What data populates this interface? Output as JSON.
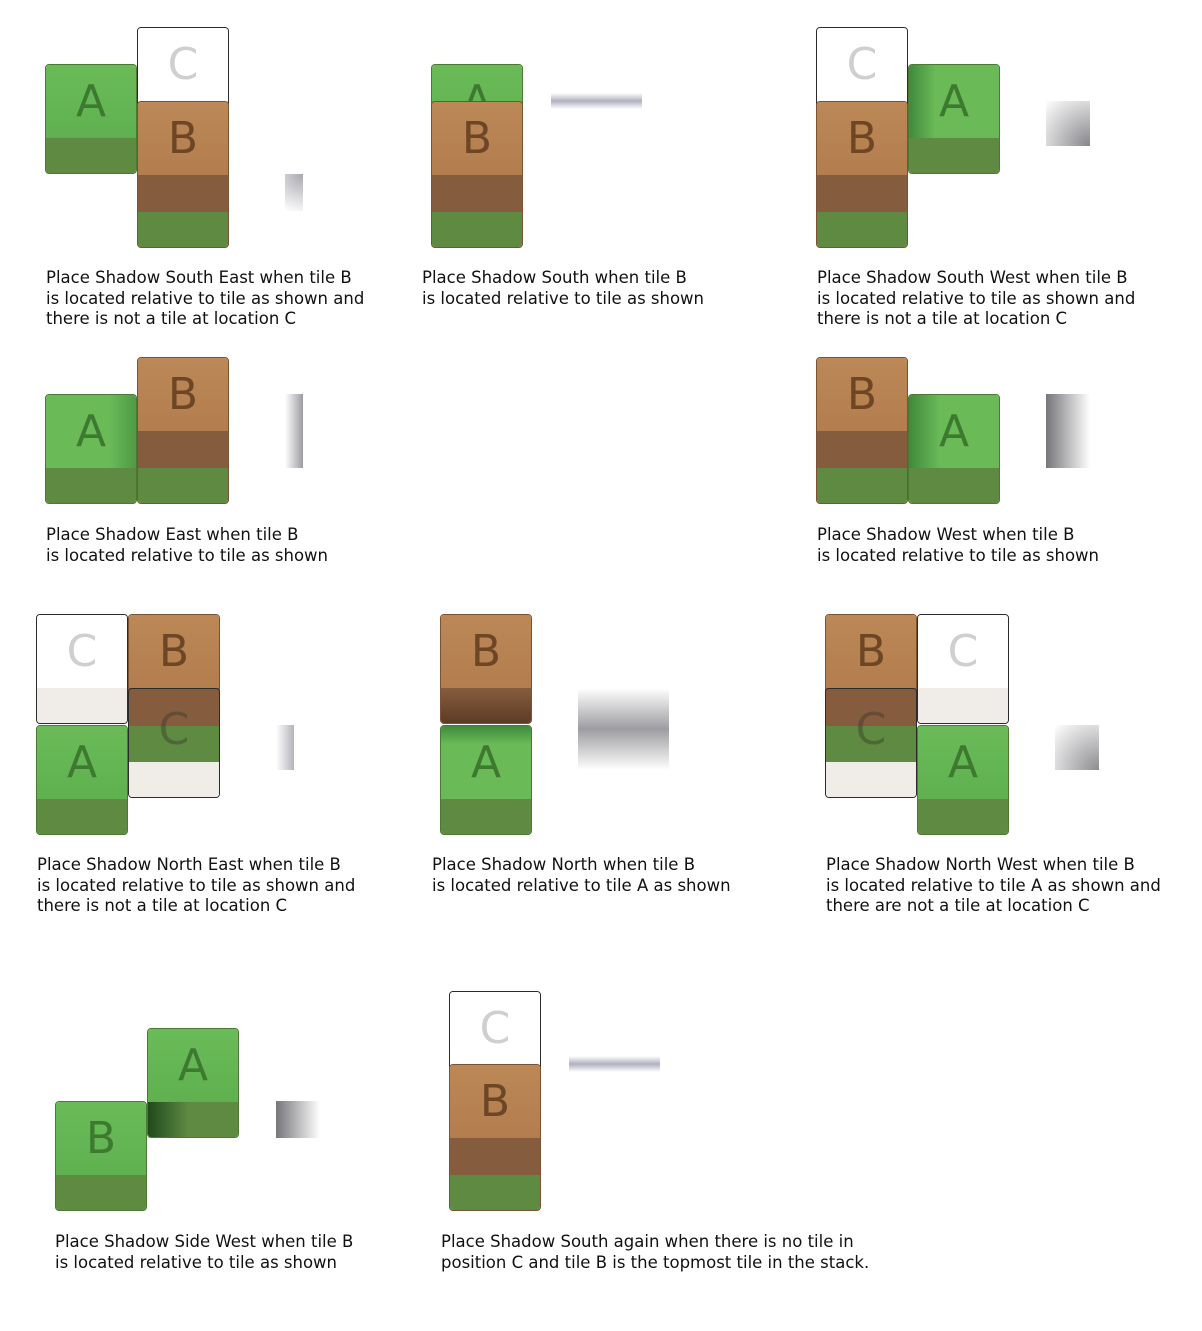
{
  "panels": [
    {
      "caption_line1": "Place Shadow South East when tile B",
      "caption_line2": "is located relative to tile as shown and",
      "caption_line3": "there is not a tile at location C",
      "labels": [
        "A",
        "B",
        "C"
      ]
    },
    {
      "caption_line1": "Place Shadow South when tile B",
      "caption_line2": "is located relative to tile as shown",
      "labels": [
        "A",
        "B"
      ]
    },
    {
      "caption_line1": "Place Shadow South West when tile B",
      "caption_line2": "is located relative to tile as shown and",
      "caption_line3": "there is not a tile at location C",
      "labels": [
        "A",
        "B",
        "C"
      ]
    },
    {
      "caption_line1": "Place Shadow East when tile B",
      "caption_line2": "is located relative to tile as shown",
      "labels": [
        "A",
        "B"
      ]
    },
    {
      "caption_line1": "Place Shadow West when tile B",
      "caption_line2": "is located relative to tile as shown",
      "labels": [
        "A",
        "B"
      ]
    },
    {
      "caption_line1": "Place Shadow North East when tile B",
      "caption_line2": "is located relative to tile as shown and",
      "caption_line3": "there is not a tile at location C",
      "labels": [
        "A",
        "B",
        "C"
      ]
    },
    {
      "caption_line1": "Place Shadow North when tile B",
      "caption_line2": "is located relative to tile A as shown",
      "labels": [
        "A",
        "B"
      ]
    },
    {
      "caption_line1": "Place Shadow North West when tile B",
      "caption_line2": "is located relative to tile A as shown and",
      "caption_line3": "there are not a tile at location C",
      "labels": [
        "A",
        "B",
        "C"
      ]
    },
    {
      "caption_line1": "Place Shadow Side West when tile B",
      "caption_line2": "is located relative to tile as shown",
      "labels": [
        "A",
        "B"
      ]
    },
    {
      "caption_line1": "Place Shadow South again when there is no tile in",
      "caption_line2": "position C and tile B is the topmost tile in the stack.",
      "labels": [
        "B",
        "C"
      ]
    }
  ]
}
